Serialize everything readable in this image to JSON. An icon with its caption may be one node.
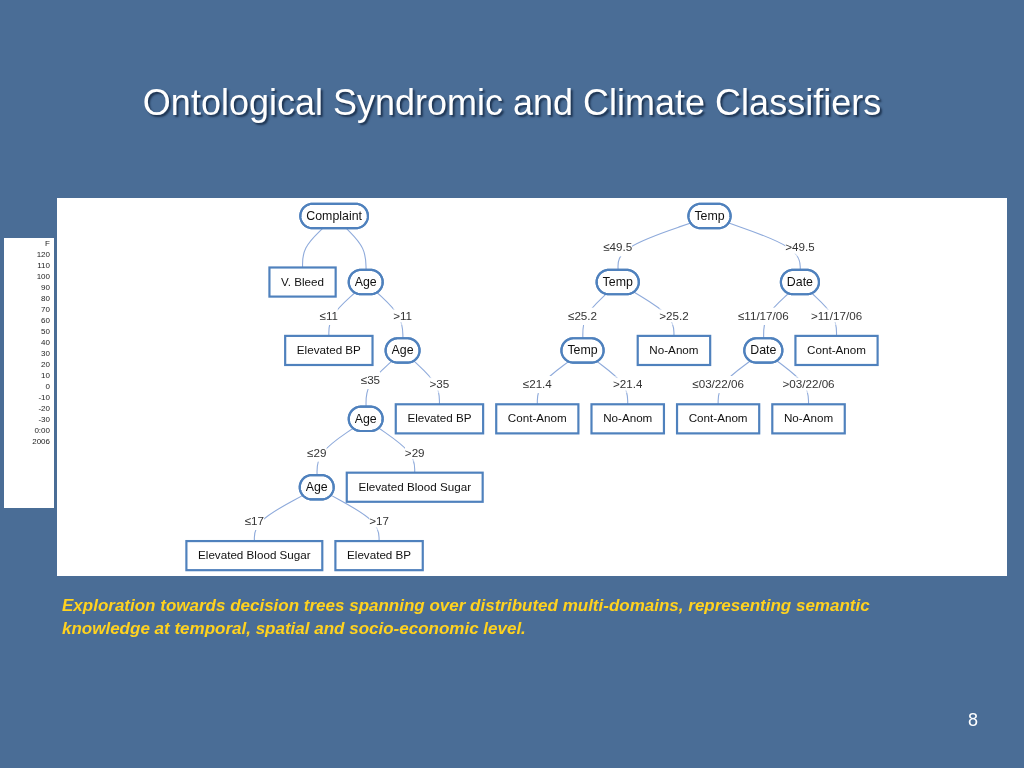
{
  "diagram": {
    "title": "Ontological Syndromic and Climate Classifiers",
    "caption": "Exploration towards decision trees spanning over distributed multi-domains, representing semantic knowledge at temporal, spatial and socio-economic level.",
    "nodes": [
      {
        "text": [
          "Complaint"
        ]
      },
      {
        "text": [
          "V. Bleed"
        ]
      },
      {
        "text": [
          "Age"
        ]
      },
      {
        "text": [
          "Elevated BP"
        ]
      },
      {
        "text": [
          "Age"
        ]
      },
      {
        "text": [
          "Age"
        ]
      },
      {
        "text": [
          "Elevated BP"
        ]
      },
      {
        "text": [
          "Age"
        ]
      },
      {
        "text": [
          "Elevated Blood Sugar"
        ]
      },
      {
        "text": [
          "Elevated Blood Sugar"
        ]
      },
      {
        "text": [
          "Elevated BP"
        ]
      },
      {
        "text": [
          "Temp"
        ]
      },
      {
        "text": [
          "Temp"
        ]
      },
      {
        "text": [
          "Date"
        ]
      },
      {
        "text": [
          "Temp"
        ]
      },
      {
        "text": [
          "No-Anom"
        ]
      },
      {
        "text": [
          "Date"
        ]
      },
      {
        "text": [
          "Cont-Anom"
        ]
      },
      {
        "text": [
          "Cont-Anom"
        ]
      },
      {
        "text": [
          "No-Anom"
        ]
      },
      {
        "text": [
          "Cont-Anom"
        ]
      },
      {
        "text": [
          "No-Anom"
        ]
      }
    ],
    "edges": [
      {
        "from": 0,
        "to": 1,
        "arrow": "none"
      },
      {
        "from": 0,
        "to": 2,
        "arrow": "none"
      },
      {
        "from": 2,
        "to": 3,
        "label": "≤11",
        "arrow": "none"
      },
      {
        "from": 2,
        "to": 4,
        "label": ">11",
        "arrow": "none"
      },
      {
        "from": 4,
        "to": 5,
        "label": "≤35",
        "arrow": "none"
      },
      {
        "from": 4,
        "to": 6,
        "label": ">35",
        "arrow": "none"
      },
      {
        "from": 5,
        "to": 7,
        "label": "≤29",
        "arrow": "none"
      },
      {
        "from": 5,
        "to": 8,
        "label": ">29",
        "arrow": "none"
      },
      {
        "from": 7,
        "to": 9,
        "label": "≤17",
        "arrow": "none"
      },
      {
        "from": 7,
        "to": 10,
        "label": ">17",
        "arrow": "none"
      },
      {
        "from": 11,
        "to": 12,
        "label": "≤49.5",
        "arrow": "none"
      },
      {
        "from": 11,
        "to": 13,
        "label": ">49.5",
        "arrow": "none"
      },
      {
        "from": 12,
        "to": 14,
        "label": "≤25.2",
        "arrow": "none"
      },
      {
        "from": 12,
        "to": 15,
        "label": ">25.2",
        "arrow": "none"
      },
      {
        "from": 13,
        "to": 16,
        "label": "≤11/17/06",
        "arrow": "none"
      },
      {
        "from": 13,
        "to": 17,
        "label": ">11/17/06",
        "arrow": "none"
      },
      {
        "from": 14,
        "to": 18,
        "label": "≤21.4",
        "arrow": "none"
      },
      {
        "from": 14,
        "to": 19,
        "label": ">21.4",
        "arrow": "none"
      },
      {
        "from": 16,
        "to": 20,
        "label": "≤03/22/06",
        "arrow": "none"
      },
      {
        "from": 16,
        "to": 21,
        "label": ">03/22/06",
        "arrow": "none"
      }
    ],
    "labels": [
      "F",
      "120",
      "110",
      "100",
      "90",
      "80",
      "70",
      "60",
      "50",
      "40",
      "30",
      "20",
      "10",
      "0",
      "-10",
      "-20",
      "-30",
      "0:00",
      "2006",
      "8"
    ]
  }
}
